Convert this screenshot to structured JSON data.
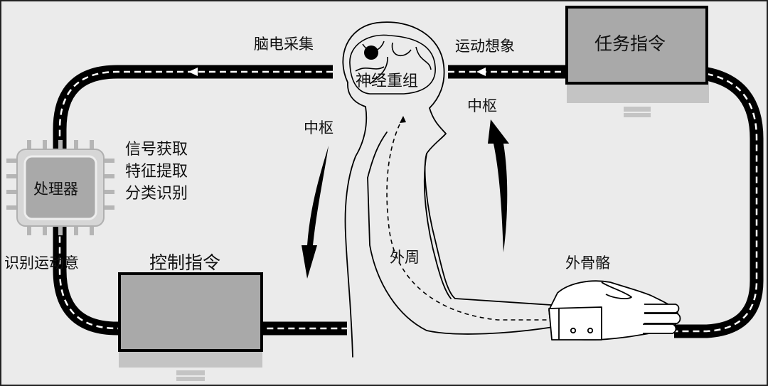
{
  "labels": {
    "eeg_acquisition": "脑电采集",
    "motor_imagery": "运动想象",
    "task_command": "任务指令",
    "neural_reorganization": "神经重组",
    "central_left": "中枢",
    "central_right": "中枢",
    "signal_steps": [
      "信号获取",
      "特征提取",
      "分类识别"
    ],
    "processor": "处理器",
    "recognize_intent": "识别运动意",
    "control_command": "控制指令",
    "peripheral": "外周",
    "exoskeleton": "外骨骼"
  },
  "icons": {
    "processor": "cpu-chip-icon",
    "brain": "brain-icon",
    "human_body": "human-silhouette-icon",
    "exoskeleton_hand": "robotic-hand-icon",
    "monitor": "monitor-icon"
  },
  "colors": {
    "background": "#ebebeb",
    "road": "#000000",
    "dash": "#ffffff",
    "box_fill": "#a9a9a9",
    "box_shadow": "#c0c0c0"
  }
}
